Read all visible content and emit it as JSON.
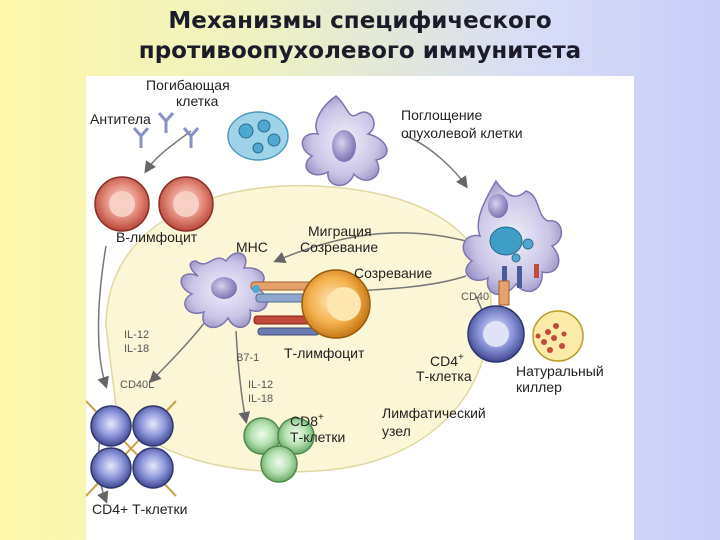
{
  "title": {
    "line1": "Механизмы специфического",
    "line2": "противоопухолевого иммунитета"
  },
  "labels": {
    "dying_cell_1": "Погибающая",
    "dying_cell_2": "клетка",
    "antibodies": "Антитела",
    "uptake_1": "Поглощение",
    "uptake_2": "опухолевой клетки",
    "b_lymphocyte": "В-лимфоцит",
    "mhc": "МНС",
    "migration": "Миграция",
    "maturation_1": "Созревание",
    "maturation_2": "Созревание",
    "cd40": "CD40",
    "il12_a": "IL-12",
    "il18_a": "IL-18",
    "b71": "B7-1",
    "t_lymphocyte": "Т-лимфоцит",
    "cd4_t_cell_1": "CD4",
    "cd4_t_cell_sup": "+",
    "cd4_t_cell_2": "Т-клетка",
    "nk_1": "Натуральный",
    "nk_2": "киллер",
    "cd40l": "CD40L",
    "il12_b": "IL-12",
    "il18_b": "IL-18",
    "cd8_1": "CD8",
    "cd8_sup": "+",
    "cd8_2": "Т-клетки",
    "lymph_node_1": "Лимфатический",
    "lymph_node_2": "узел",
    "cd4_cells": "CD4+ Т-клетки"
  },
  "colors": {
    "dendritic_cell": "#c9c4e6",
    "b_cell": "#d86a5c",
    "t_cell": "#f2a640",
    "cd4_cell": "#6d76c9",
    "cd8_cell": "#9fd39c",
    "nk_cell": "#f7e07a",
    "tumor": "#7fc3df",
    "lymph_node": "#fbf7d6"
  }
}
